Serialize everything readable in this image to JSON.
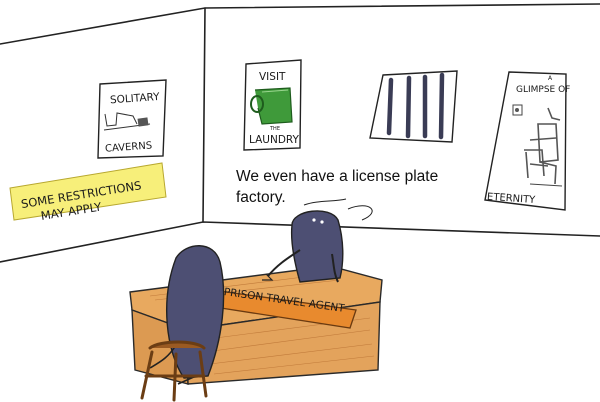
{
  "caption": {
    "line1": "We even have a license plate",
    "line2": "factory."
  },
  "posters": {
    "solitary": {
      "top": "SOLITARY",
      "bottom": "CAVERNS"
    },
    "laundry": {
      "top": "VISIT",
      "small": "THE",
      "bottom": "LAUNDRY"
    },
    "eternity": {
      "top_small": "A",
      "top": "GLIMPSE OF",
      "bottom": "ETERNITY"
    }
  },
  "yellow_sign": {
    "line1": "SOME RESTRICTIONS",
    "line2": "MAY APPLY"
  },
  "nameplate": {
    "label": "PRISON TRAVEL AGENT"
  },
  "colors": {
    "sign_yellow": "#f7ef7a",
    "desk": "#e3a35c",
    "nameplate": "#e88a2e",
    "figure": "#4d4f73",
    "laundry_green": "#3f9a3a"
  }
}
